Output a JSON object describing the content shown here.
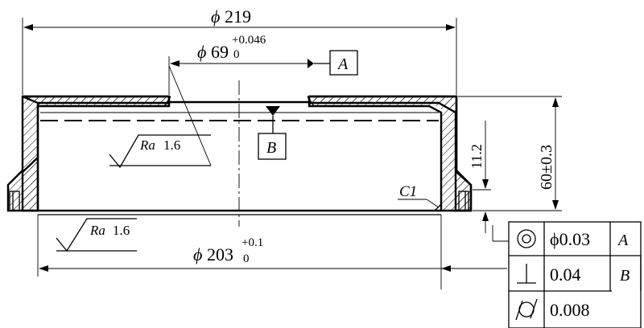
{
  "dimensions": {
    "outer_dia": {
      "symbol": "ϕ",
      "value": "219"
    },
    "bore_dia": {
      "symbol": "ϕ",
      "value": "69",
      "upper": "+0.046",
      "lower": "0"
    },
    "base_dia": {
      "symbol": "ϕ",
      "value": "203",
      "upper": "+0.1",
      "lower": "0"
    },
    "height": "60±0.3",
    "step": "11.2",
    "chamfer": "C1"
  },
  "datums": {
    "a": "A",
    "b": "B"
  },
  "roughness": [
    {
      "prefix": "Ra",
      "value": "1.6"
    },
    {
      "prefix": "Ra",
      "value": "1.6"
    }
  ],
  "tolerance_frame": [
    {
      "symbol": "concentricity-icon",
      "value": "ϕ0.03",
      "datum": "A"
    },
    {
      "symbol": "perpendicularity-icon",
      "value": "0.04",
      "datum": "B"
    },
    {
      "symbol": "cylindricity-icon",
      "value": "0.008",
      "datum": ""
    }
  ]
}
